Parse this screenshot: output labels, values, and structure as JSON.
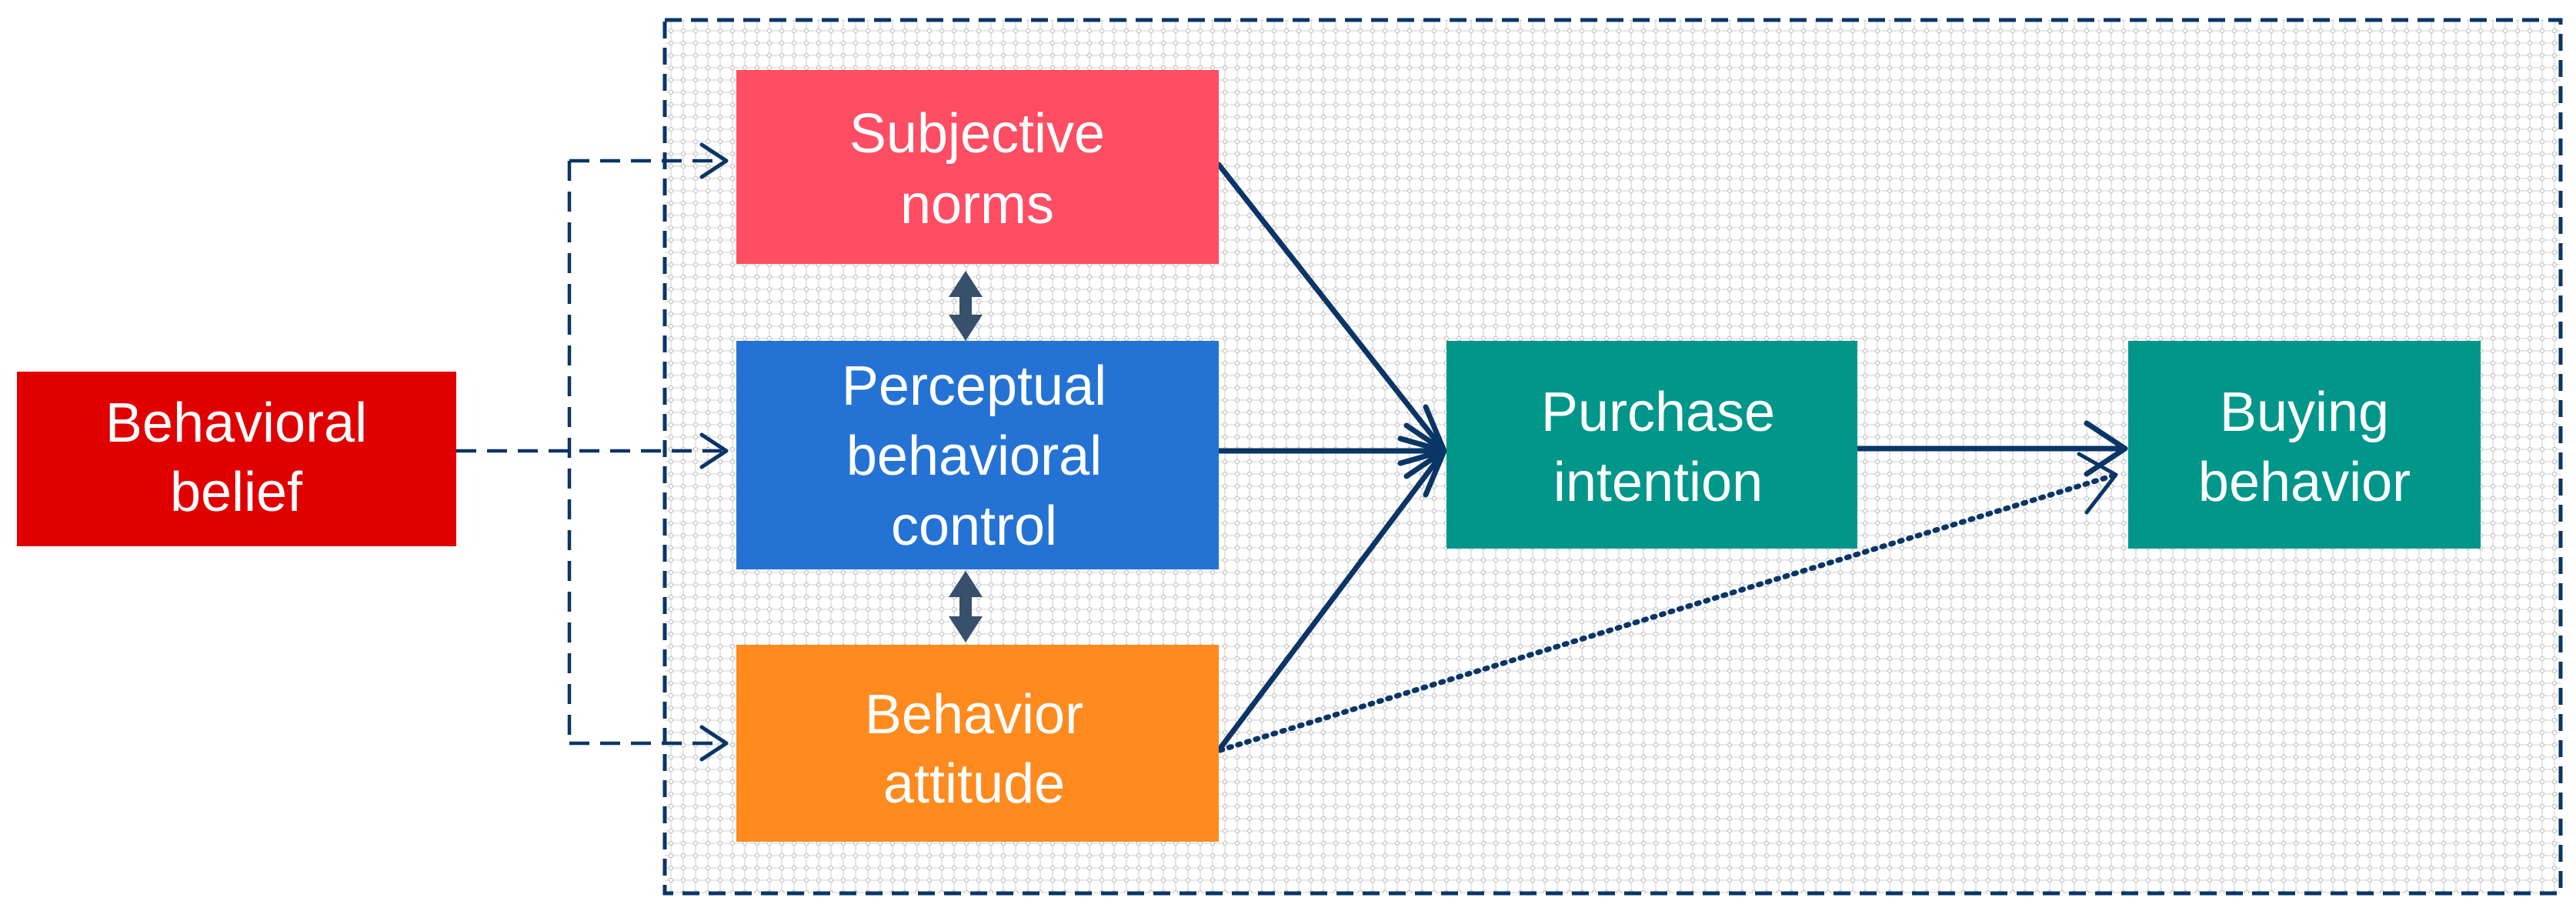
{
  "colors": {
    "behavioral_belief": "#E00000",
    "subjective_norms": "#FF4D63",
    "perceptual_control": "#2473D4",
    "behavior_attitude": "#FF8A1E",
    "purchase_intention": "#00968A",
    "buying_behavior": "#00968A",
    "arrow": "#0A3566",
    "double_arrow": "#37506C",
    "frame_border": "#0A3566",
    "frame_pattern": "#BFBFBF"
  },
  "nodes": {
    "behavioral_belief": {
      "lines": [
        "Behavioral",
        "belief"
      ]
    },
    "subjective_norms": {
      "lines": [
        "Subjective",
        "norms"
      ]
    },
    "perceptual_control": {
      "lines": [
        "Perceptual",
        "behavioral",
        "control"
      ]
    },
    "behavior_attitude": {
      "lines": [
        "Behavior",
        "attitude"
      ]
    },
    "purchase_intention": {
      "lines": [
        "Purchase",
        "intention"
      ]
    },
    "buying_behavior": {
      "lines": [
        "Buying",
        "behavior"
      ]
    }
  }
}
